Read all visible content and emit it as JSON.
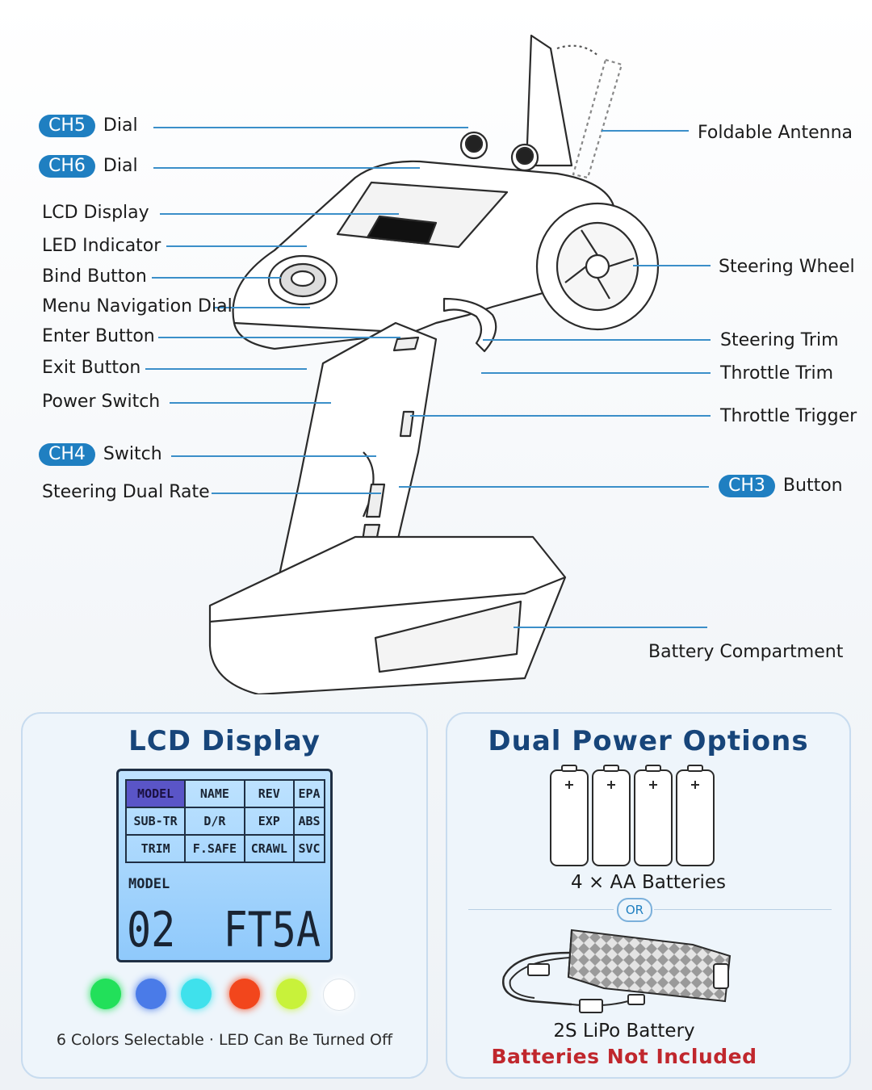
{
  "callouts_left": {
    "ch5": {
      "badge": "CH5",
      "text": "Dial"
    },
    "ch6": {
      "badge": "CH6",
      "text": "Dial"
    },
    "lcd": "LCD Display",
    "led": "LED Indicator",
    "bind": "Bind Button",
    "menu": "Menu Navigation Dial",
    "enter": "Enter Button",
    "exit": "Exit Button",
    "power": "Power Switch",
    "ch4": {
      "badge": "CH4",
      "text": "Switch"
    },
    "dual_rate": "Steering Dual Rate"
  },
  "callouts_right": {
    "antenna": "Foldable Antenna",
    "wheel": "Steering Wheel",
    "steer_trim": "Steering Trim",
    "throttle_trim": "Throttle Trim",
    "trigger": "Throttle Trigger",
    "ch3": {
      "badge": "CH3",
      "text": "Button"
    },
    "battery": "Battery Compartment"
  },
  "lcd_card": {
    "title": "LCD Display",
    "grid": [
      [
        "MODEL",
        "NAME",
        "REV",
        "EPA"
      ],
      [
        "SUB-TR",
        "D/R",
        "EXP",
        "ABS"
      ],
      [
        "TRIM",
        "F.SAFE",
        "CRAWL",
        "SVC"
      ]
    ],
    "model_label": "MODEL",
    "model_number": "02",
    "model_name": "FT5A",
    "led_colors": [
      "#22e05a",
      "#4a7be8",
      "#3fe1ec",
      "#f2461c",
      "#c8f23a",
      "#ffffff"
    ],
    "caption": "6  Colors Selectable · LED Can Be Turned Off"
  },
  "power_card": {
    "title": "Dual Power Options",
    "aa_label": "4 × AA Batteries",
    "or_label": "OR",
    "lipo_label": "2S LiPo Battery",
    "warning": "Batteries Not Included"
  },
  "colors": {
    "accent": "#1f7fc1",
    "title": "#17457a",
    "warning": "#c0272d"
  }
}
